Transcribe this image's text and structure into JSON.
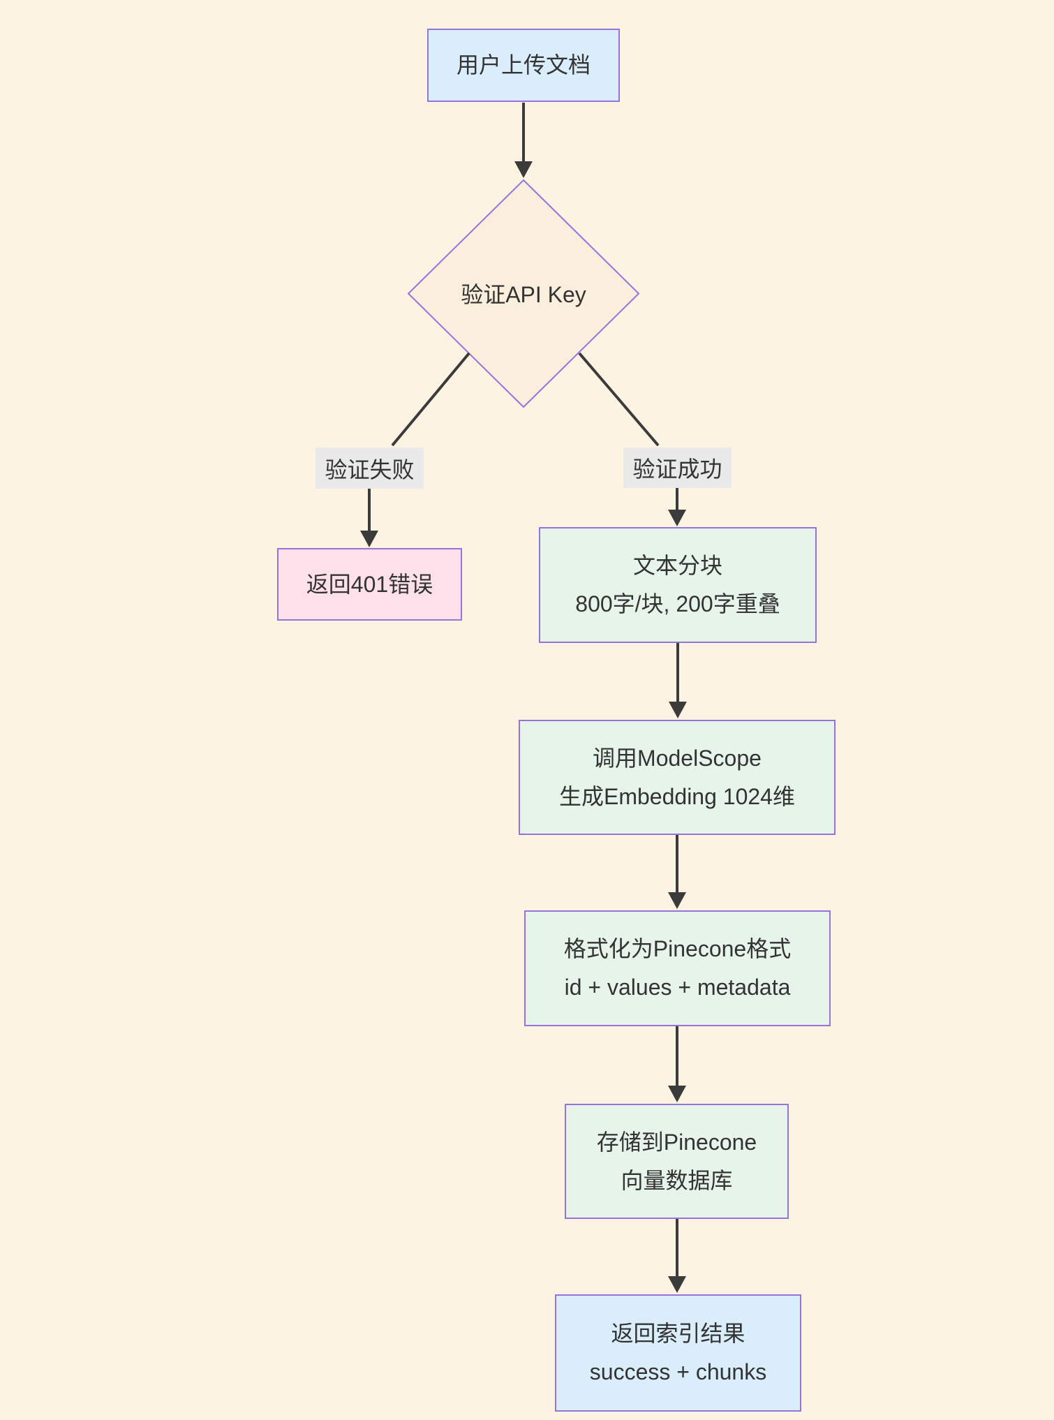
{
  "colors": {
    "background": "#fdf3e3",
    "node_border": "#9673db",
    "arrow": "#3b3b3b",
    "text": "#333333",
    "start_node_fill": "#d9edfb",
    "end_node_fill": "#d9edfb",
    "process_node_fill": "#e7f4ea",
    "error_node_fill": "#fde0e9",
    "decision_node_fill": "#faeedc",
    "edge_label_fill": "#e9e9e9"
  },
  "nodes": {
    "upload": {
      "label": "用户上传文档"
    },
    "verify": {
      "label": "验证API Key"
    },
    "error401": {
      "label": "返回401错误"
    },
    "chunk": {
      "line1": "文本分块",
      "line2": "800字/块, 200字重叠"
    },
    "embed": {
      "line1": "调用ModelScope",
      "line2": "生成Embedding 1024维"
    },
    "format": {
      "line1": "格式化为Pinecone格式",
      "line2": "id + values + metadata"
    },
    "store": {
      "line1": "存储到Pinecone",
      "line2": "向量数据库"
    },
    "result": {
      "line1": "返回索引结果",
      "line2": "success + chunks"
    }
  },
  "edge_labels": {
    "fail": "验证失败",
    "success": "验证成功"
  }
}
